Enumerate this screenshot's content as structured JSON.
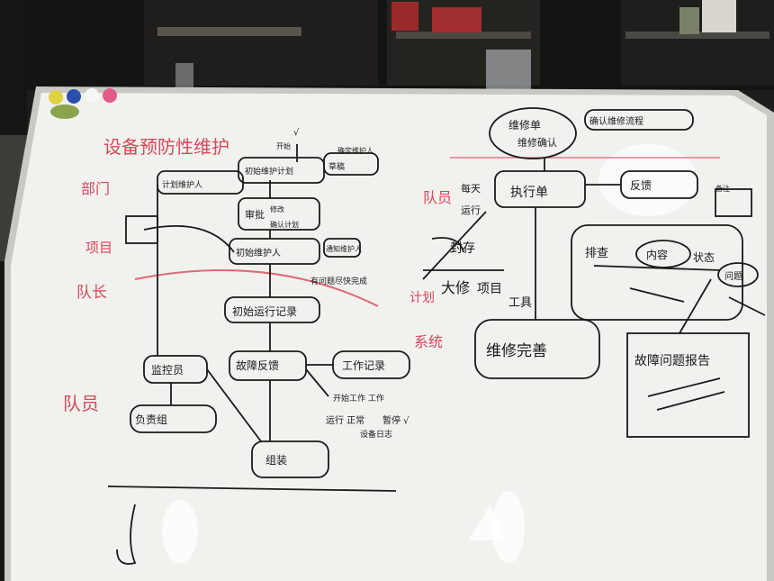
{
  "board": {
    "title": "设备预防性维护",
    "colors": {
      "black_ink": "#1a1a1a",
      "red_ink": "#d8485a",
      "board": "#f1f1ee",
      "frame": "#c9c9c4"
    },
    "red_labels": {
      "department": "部门",
      "project": "项目",
      "team_leader": "队长",
      "team_member": "队员",
      "team_leader_right": "队员",
      "plan_left": "计划",
      "system": "系统"
    },
    "left_flow": {
      "plan_maint": "计划维护人",
      "initial_plan": "初始维护计划",
      "start": "开始",
      "tick": "√",
      "top_right": "确定维护人",
      "draft": "草稿",
      "approve": "审批",
      "revise": "修改",
      "confirm_plan": "确认计划",
      "initial_maint": "初始维护人",
      "notify_maint": "通知维护人",
      "quick_done": "有问题尽快完成",
      "initial_run": "初始运行记录",
      "monitor": "监控员",
      "per_group": "负责组",
      "assemble": "组装",
      "fault_feedback": "故障反馈",
      "work_record": "工作记录",
      "start_work": "开始工作 工作",
      "normal_flow": "运行 正常",
      "temp_ok": "暂停 √",
      "log_status": "设备日志"
    },
    "right_flow": {
      "repair_order": "维修单",
      "repair_confirm": "维修确认",
      "confirm_flow": "确认维修流程",
      "exec_order": "执行单",
      "daily": "每天",
      "operation": "运行",
      "sealing": "封存",
      "repair": "大修",
      "project": "项目",
      "crude": "工具",
      "report": "反馈",
      "tech": "排查",
      "details": "内容",
      "state": "状态",
      "issue": "问题",
      "maint_review": "维修完善",
      "fault_report": "故障问题报告",
      "note": "备注"
    }
  }
}
